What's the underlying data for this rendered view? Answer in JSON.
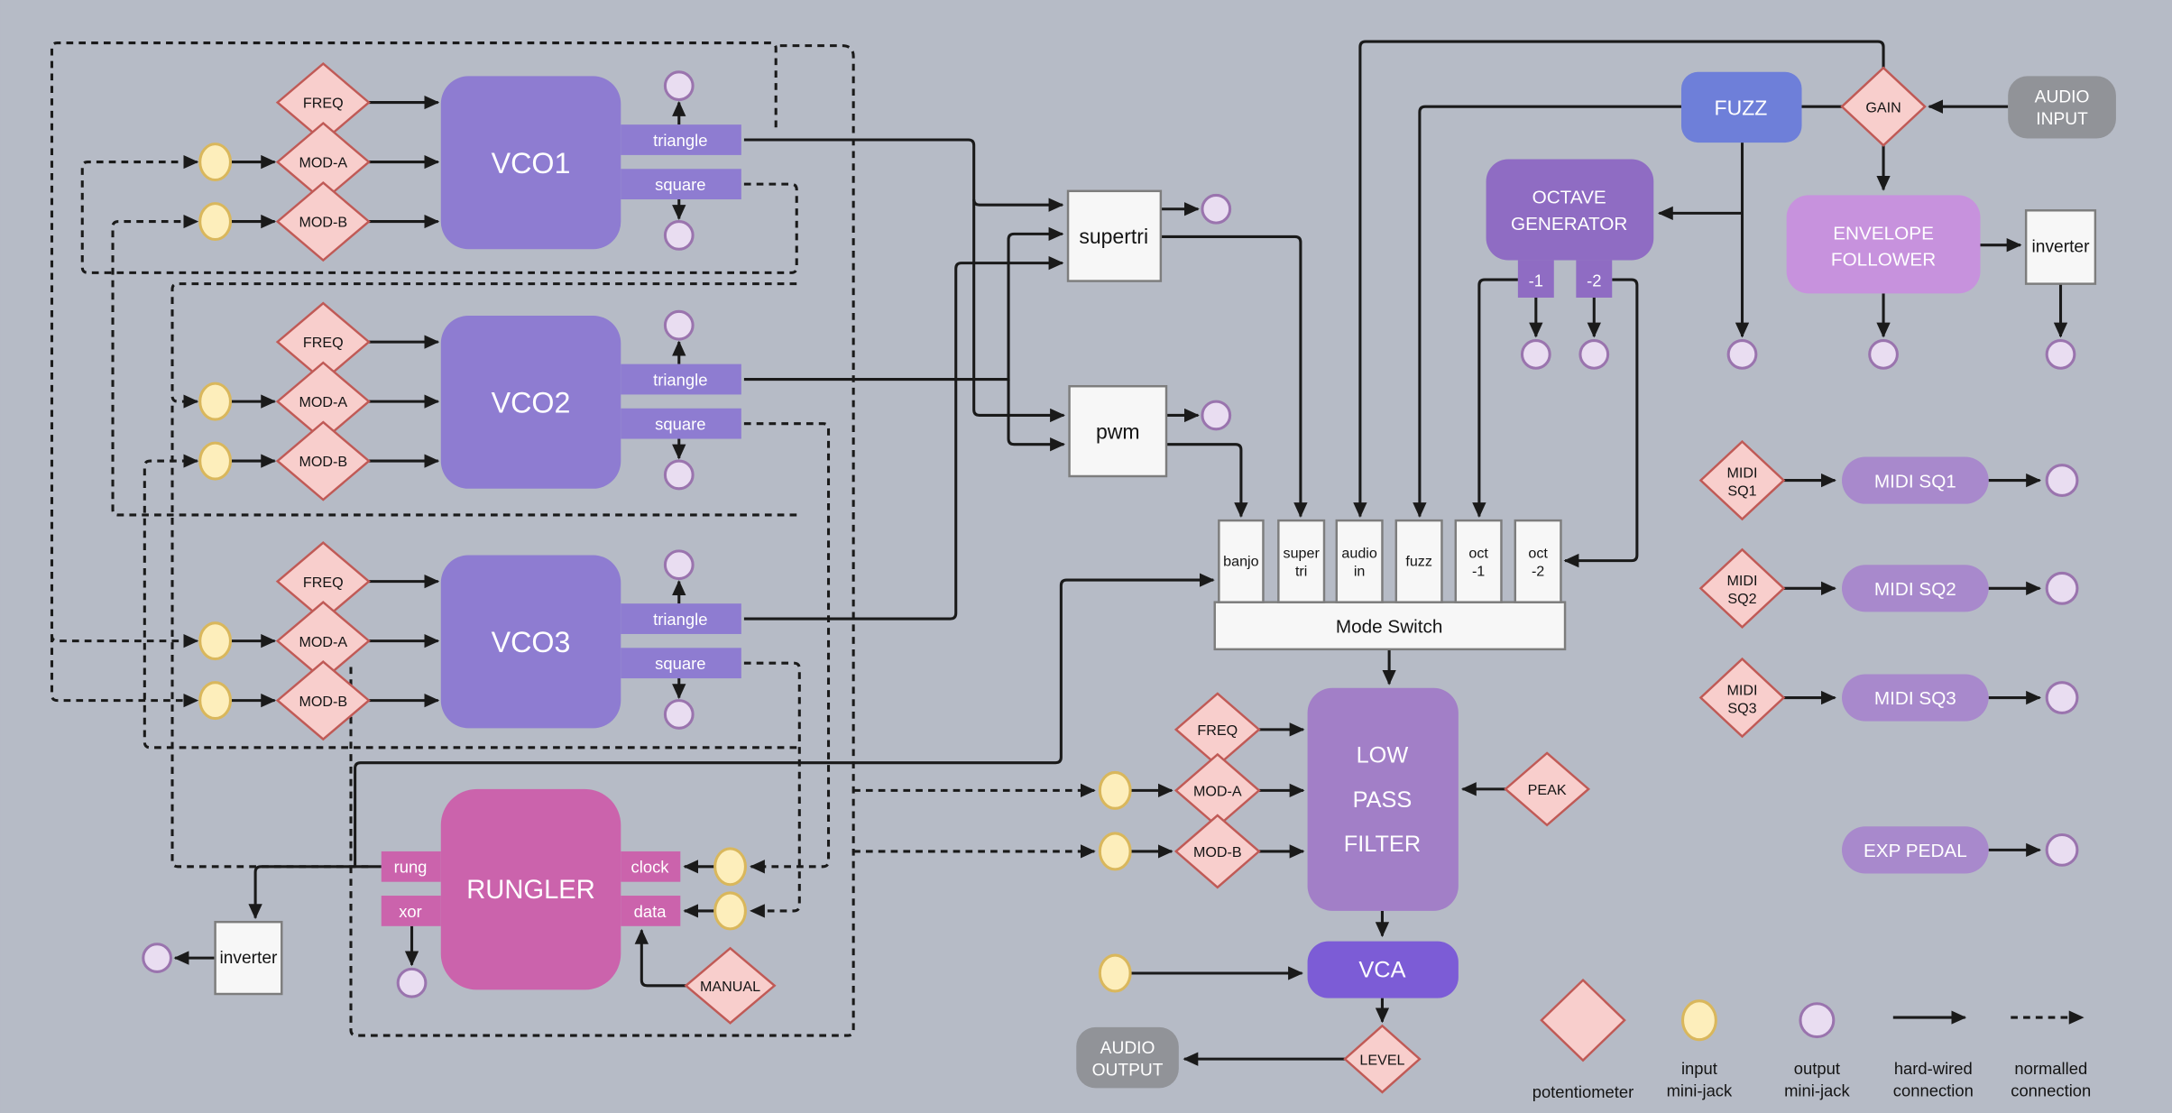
{
  "colors": {
    "background": "#b6bbc6",
    "vco": "#8e7cd1",
    "rungler": "#cb63ac",
    "filter": "#a27fc7",
    "vca": "#7c5cd6",
    "fuzz": "#6e7fd9",
    "octave": "#8f6cc3",
    "envelope": "#c792dd",
    "midi_box": "#a889cc",
    "io_gray": "#919398"
  },
  "vco1": {
    "title": "VCO1",
    "freq": "FREQ",
    "mod_a": "MOD-A",
    "mod_b": "MOD-B",
    "triangle": "triangle",
    "square": "square"
  },
  "vco2": {
    "title": "VCO2",
    "freq": "FREQ",
    "mod_a": "MOD-A",
    "mod_b": "MOD-B",
    "triangle": "triangle",
    "square": "square"
  },
  "vco3": {
    "title": "VCO3",
    "freq": "FREQ",
    "mod_a": "MOD-A",
    "mod_b": "MOD-B",
    "triangle": "triangle",
    "square": "square"
  },
  "rungler": {
    "title": "RUNGLER",
    "rung": "rung",
    "xor": "xor",
    "clock": "clock",
    "data": "data",
    "manual": "MANUAL"
  },
  "inverters": {
    "left": "inverter",
    "right": "inverter"
  },
  "mixers": {
    "supertri": "supertri",
    "pwm": "pwm"
  },
  "mode_switch": {
    "title": "Mode Switch",
    "banjo": "banjo",
    "super_l1": "super",
    "super_l2": "tri",
    "audio_l1": "audio",
    "audio_l2": "in",
    "fuzz": "fuzz",
    "oct1_l1": "oct",
    "oct1_l2": "-1",
    "oct2_l1": "oct",
    "oct2_l2": "-2"
  },
  "filter": {
    "l1": "LOW",
    "l2": "PASS",
    "l3": "FILTER",
    "freq": "FREQ",
    "mod_a": "MOD-A",
    "mod_b": "MOD-B",
    "peak": "PEAK"
  },
  "vca": {
    "title": "VCA",
    "level": "LEVEL"
  },
  "audio_output": {
    "l1": "AUDIO",
    "l2": "OUTPUT"
  },
  "audio_input": {
    "l1": "AUDIO",
    "l2": "INPUT"
  },
  "fuzz": {
    "title": "FUZZ",
    "gain": "GAIN"
  },
  "octave": {
    "l1": "OCTAVE",
    "l2": "GENERATOR",
    "t1": "-1",
    "t2": "-2"
  },
  "envelope": {
    "l1": "ENVELOPE",
    "l2": "FOLLOWER"
  },
  "midi": {
    "d1l1": "MIDI",
    "d1l2": "SQ1",
    "b1": "MIDI SQ1",
    "d2l1": "MIDI",
    "d2l2": "SQ2",
    "b2": "MIDI SQ2",
    "d3l1": "MIDI",
    "d3l2": "SQ3",
    "b3": "MIDI SQ3"
  },
  "exp_pedal": "EXP PEDAL",
  "legend": {
    "pot": "potentiometer",
    "in1": "input",
    "in2": "mini-jack",
    "out1": "output",
    "out2": "mini-jack",
    "hw1": "hard-wired",
    "hw2": "connection",
    "nm1": "normalled",
    "nm2": "connection"
  }
}
